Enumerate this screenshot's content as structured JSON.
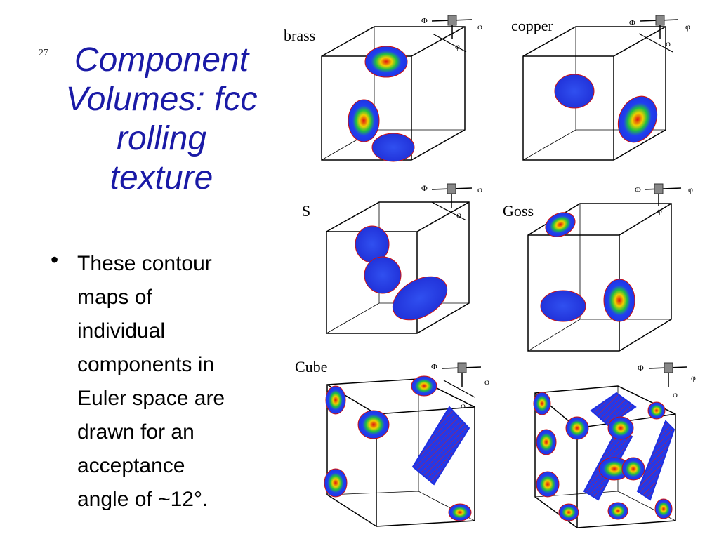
{
  "slide": {
    "number": "27"
  },
  "title": {
    "lines": [
      "Component",
      "Volumes: fcc",
      "rolling",
      "texture"
    ]
  },
  "bullet": {
    "lines": [
      "These contour",
      "maps of",
      "individual",
      "components in",
      "Euler space are",
      "drawn for an",
      "acceptance",
      "angle of ~12°."
    ]
  },
  "panels": {
    "brass": "brass",
    "copper": "copper",
    "s": "S",
    "goss": "Goss",
    "cube": "Cube"
  },
  "axes": {
    "phi1": "Φ",
    "phi2": "φ",
    "phi3": "φ"
  },
  "colors": {
    "title": "#1a1aa6",
    "blob": "#2030e0",
    "contour": "#d01010"
  }
}
